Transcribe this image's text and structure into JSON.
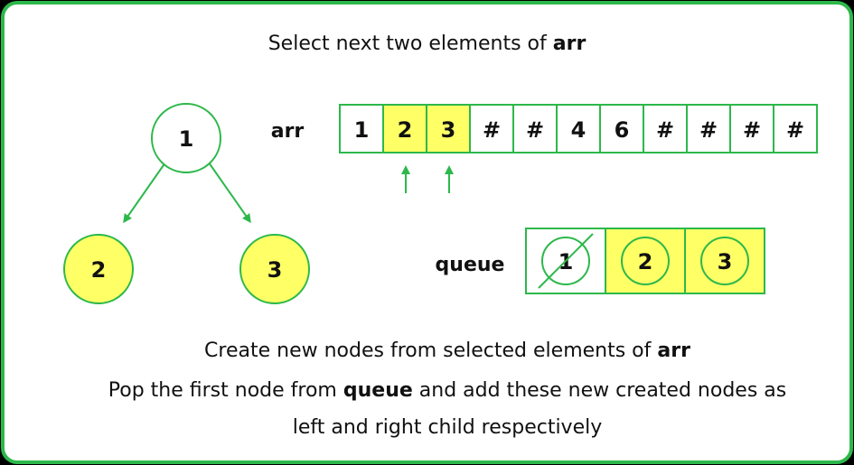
{
  "heading": {
    "prefix": "Select next two elements of ",
    "bold": "arr"
  },
  "tree": {
    "root": "1",
    "left": "2",
    "right": "3"
  },
  "arr": {
    "label": "arr",
    "cells": [
      "1",
      "2",
      "3",
      "#",
      "#",
      "4",
      "6",
      "#",
      "#",
      "#",
      "#"
    ],
    "highlighted": [
      1,
      2
    ]
  },
  "queue": {
    "label": "queue",
    "items": [
      "1",
      "2",
      "3"
    ],
    "popped_index": 0
  },
  "caption": {
    "line1_prefix": "Create new nodes from selected elements of ",
    "line1_bold": "arr",
    "line2_prefix": "Pop the first node from ",
    "line2_bold": "queue",
    "line2_suffix": " and add these new created nodes as",
    "line3": "left and right child respectively"
  },
  "colors": {
    "green": "#2db84b",
    "highlight": "#ffff66",
    "background": "#ffffff",
    "border": "#2db84b"
  }
}
